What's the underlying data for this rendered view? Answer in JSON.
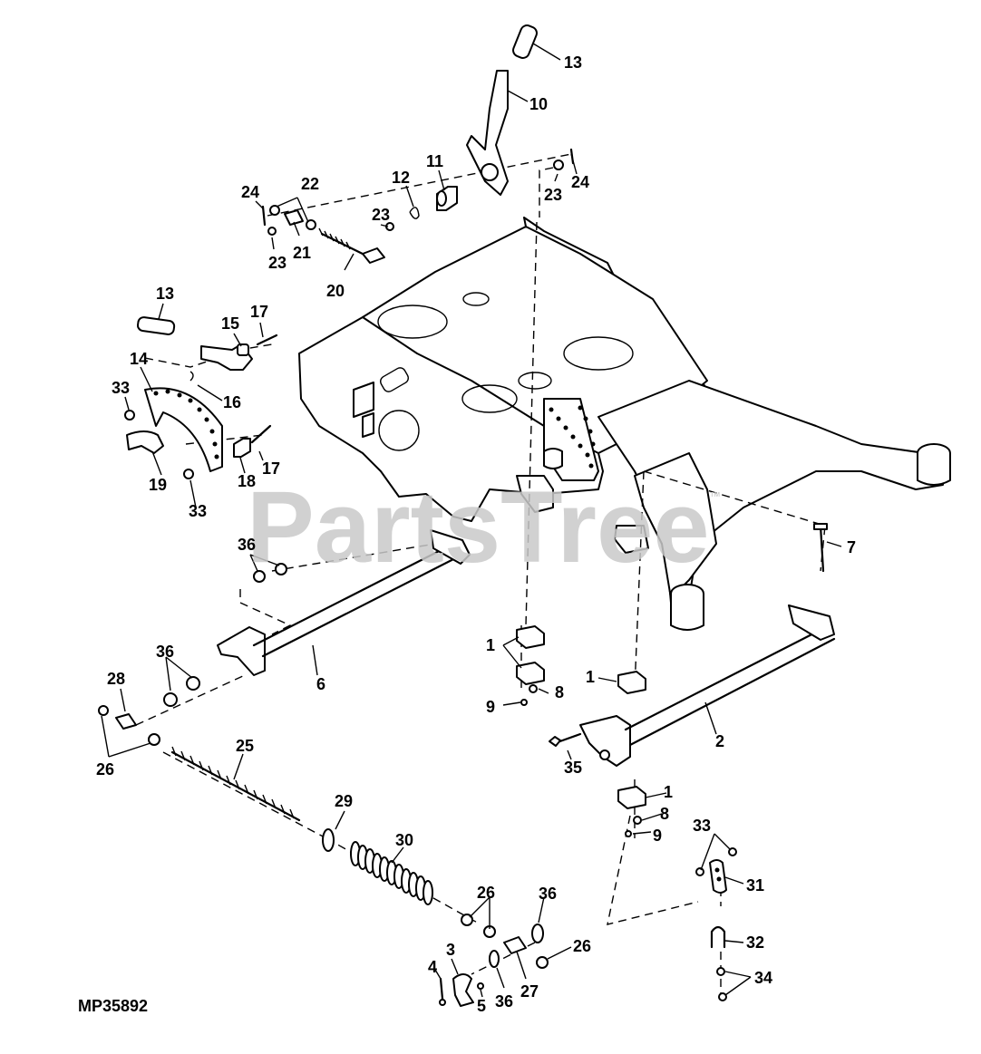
{
  "watermark": {
    "text": "PartsTree",
    "trademark": "™"
  },
  "drawing_number": "MP35892",
  "callouts": [
    {
      "id": "c13a",
      "text": "13"
    },
    {
      "id": "c10",
      "text": "10"
    },
    {
      "id": "c11",
      "text": "11"
    },
    {
      "id": "c12",
      "text": "12"
    },
    {
      "id": "c23a",
      "text": "23"
    },
    {
      "id": "c24a",
      "text": "24"
    },
    {
      "id": "c22",
      "text": "22"
    },
    {
      "id": "c24b",
      "text": "24"
    },
    {
      "id": "c23b",
      "text": "23"
    },
    {
      "id": "c21",
      "text": "21"
    },
    {
      "id": "c23c",
      "text": "23"
    },
    {
      "id": "c20",
      "text": "20"
    },
    {
      "id": "c13b",
      "text": "13"
    },
    {
      "id": "c15",
      "text": "15"
    },
    {
      "id": "c17a",
      "text": "17"
    },
    {
      "id": "c14",
      "text": "14"
    },
    {
      "id": "c33a",
      "text": "33"
    },
    {
      "id": "c16",
      "text": "16"
    },
    {
      "id": "c17b",
      "text": "17"
    },
    {
      "id": "c19",
      "text": "19"
    },
    {
      "id": "c18",
      "text": "18"
    },
    {
      "id": "c33b",
      "text": "33"
    },
    {
      "id": "c36a",
      "text": "36"
    },
    {
      "id": "c7",
      "text": "7"
    },
    {
      "id": "c6",
      "text": "6"
    },
    {
      "id": "c36b",
      "text": "36"
    },
    {
      "id": "c28",
      "text": "28"
    },
    {
      "id": "c1a",
      "text": "1"
    },
    {
      "id": "c8a",
      "text": "8"
    },
    {
      "id": "c9a",
      "text": "9"
    },
    {
      "id": "c1b",
      "text": "1"
    },
    {
      "id": "c26a",
      "text": "26"
    },
    {
      "id": "c25",
      "text": "25"
    },
    {
      "id": "c2",
      "text": "2"
    },
    {
      "id": "c35",
      "text": "35"
    },
    {
      "id": "c1c",
      "text": "1"
    },
    {
      "id": "c8b",
      "text": "8"
    },
    {
      "id": "c9b",
      "text": "9"
    },
    {
      "id": "c29",
      "text": "29"
    },
    {
      "id": "c30",
      "text": "30"
    },
    {
      "id": "c33c",
      "text": "33"
    },
    {
      "id": "c31",
      "text": "31"
    },
    {
      "id": "c26b",
      "text": "26"
    },
    {
      "id": "c36c",
      "text": "36"
    },
    {
      "id": "c26c",
      "text": "26"
    },
    {
      "id": "c3",
      "text": "3"
    },
    {
      "id": "c32",
      "text": "32"
    },
    {
      "id": "c4",
      "text": "4"
    },
    {
      "id": "c34",
      "text": "34"
    },
    {
      "id": "c5",
      "text": "5"
    },
    {
      "id": "c36d",
      "text": "36"
    },
    {
      "id": "c27",
      "text": "27"
    }
  ]
}
